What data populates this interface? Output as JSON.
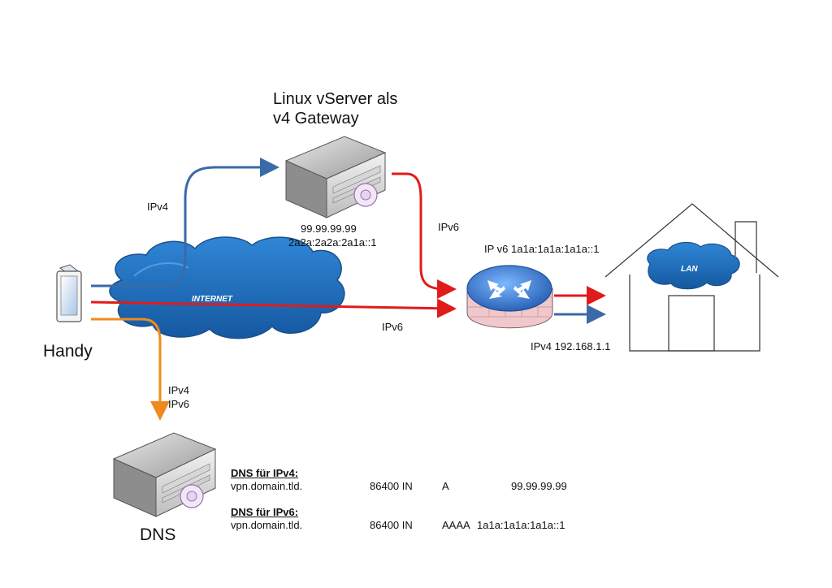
{
  "colors": {
    "ipv4_arrow": "#3a6aa8",
    "ipv6_arrow": "#e01b1b",
    "dns_arrow": "#f08a1c",
    "cloud_fill": "#1f6fbf",
    "firewall_fill": "#f0c8cc"
  },
  "icons": [
    "server-icon",
    "phone-icon",
    "cloud-icon",
    "router-firewall-icon",
    "house-icon"
  ],
  "server_title": "Linux vServer als",
  "server_title_2": "v4 Gateway",
  "server_ip4": "99.99.99.99",
  "server_ip6": "2a2a:2a2a:2a1a::1",
  "internet_label": "INTERNET",
  "handy_label": "Handy",
  "dns_label": "DNS",
  "lan_label": "LAN",
  "router_ip6": "IP v6 1a1a:1a1a:1a1a::1",
  "router_ip4": "IPv4 192.168.1.1",
  "edge_ipv4_gateway": "IPv4",
  "edge_ipv6_gateway": "IPv6",
  "edge_ipv6_direct": "IPv6",
  "edge_dns_v4": "IPv4",
  "edge_dns_v6": "IPv6",
  "dns_records": {
    "ipv4_heading": "DNS für IPv4:",
    "ipv4_row": {
      "name": "vpn.domain.tld.",
      "ttl": "86400 IN",
      "type": "A",
      "value": "99.99.99.99"
    },
    "ipv6_heading": "DNS für IPv6:",
    "ipv6_row": {
      "name": "vpn.domain.tld.",
      "ttl": "86400 IN",
      "type": "AAAA",
      "value": "1a1a:1a1a:1a1a::1"
    }
  }
}
